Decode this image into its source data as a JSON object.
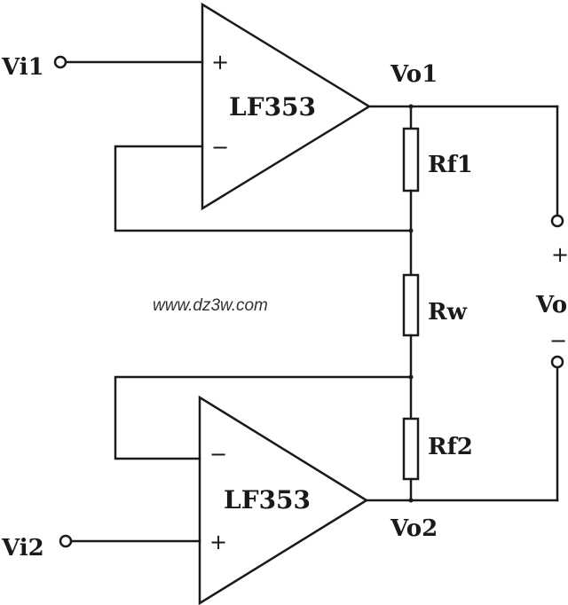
{
  "diagram": {
    "inputs": {
      "top": "Vi1",
      "bottom": "Vi2"
    },
    "amplifiers": {
      "top": "LF353",
      "bottom": "LF353"
    },
    "pins": {
      "plus": "+",
      "minus": "−"
    },
    "outputs": {
      "top": "Vo1",
      "bottom": "Vo2"
    },
    "resistors": {
      "top": "Rf1",
      "middle": "Rw",
      "bottom": "Rf2"
    },
    "output": {
      "label": "Vo",
      "plus": "+",
      "minus": "−"
    },
    "watermark": "www.dz3w.com"
  },
  "colors": {
    "ink": "#1a1a1a",
    "background": "#ffffff"
  }
}
